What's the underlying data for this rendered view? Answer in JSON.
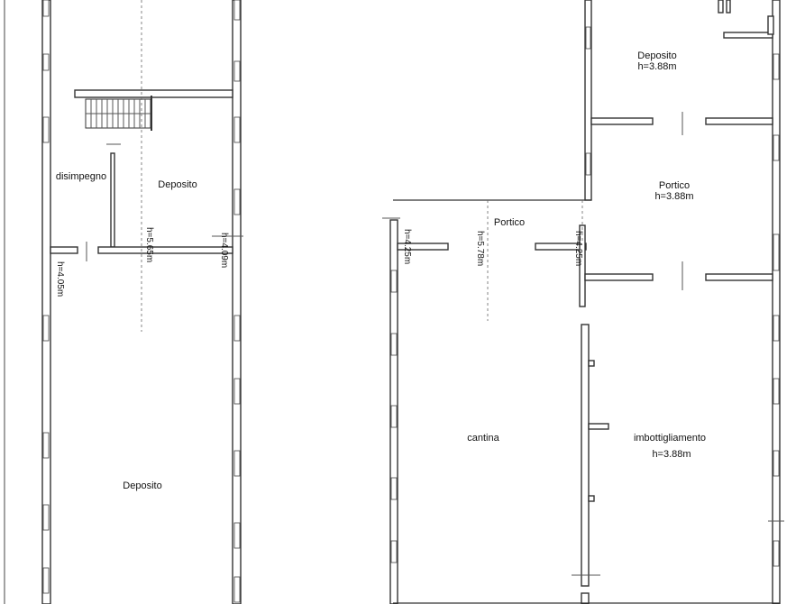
{
  "labels": {
    "left_deposito_upper": "Deposito",
    "left_disimpegno": "disimpegno",
    "left_h_565": "h=5.65m",
    "left_h_409": "h=4.09m",
    "left_h_405": "h=4.05m",
    "left_deposito_lower": "Deposito",
    "right_deposito": "Deposito",
    "right_deposito_h": "h=3.88m",
    "right_portico_upper": "Portico",
    "right_portico_upper_h": "h=3.88m",
    "right_portico_lower": "Portico",
    "right_h_425_a": "h=4.25m",
    "right_h_578": "h=5.78m",
    "right_h_425_b": "h=4.25m",
    "right_cantina": "cantina",
    "right_imbottigliamento": "imbottigliamento",
    "right_imbottigliamento_h": "h=3.88m"
  }
}
